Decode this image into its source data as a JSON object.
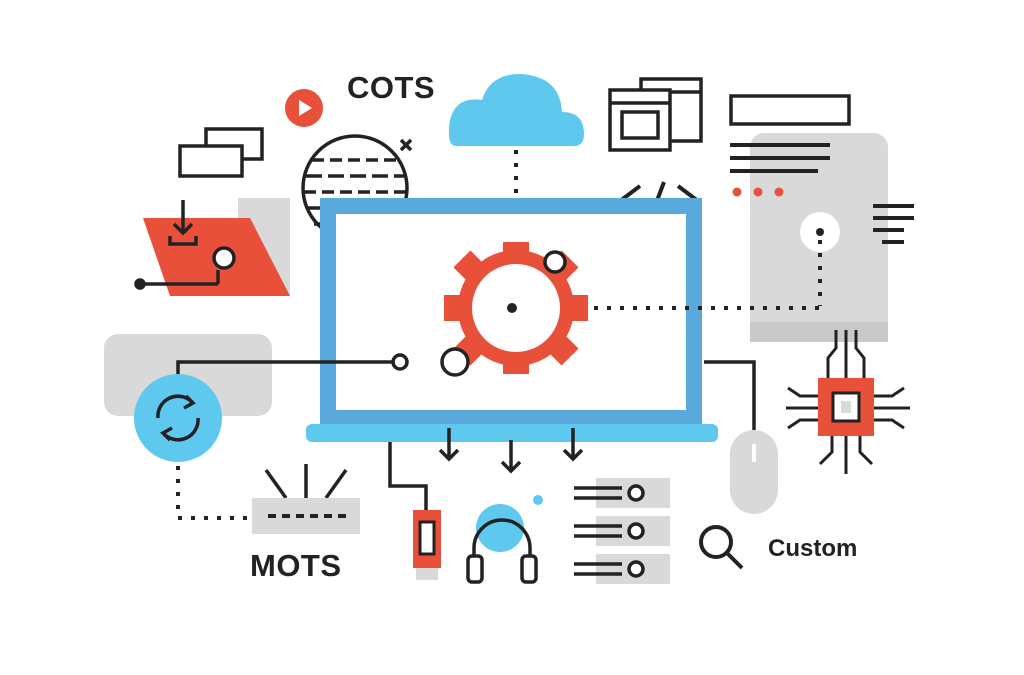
{
  "labels": {
    "cots": "COTS",
    "mots": "MOTS",
    "custom": "Custom"
  },
  "colors": {
    "outline": "#222222",
    "accent_red": "#e8503a",
    "accent_blue": "#5ec8ef",
    "frame_blue": "#5aa9dd",
    "gray_fill": "#d9d9d9",
    "background": "#ffffff"
  },
  "icons": [
    "play-button-icon",
    "windows-icon",
    "folder-download-icon",
    "globe-icon",
    "cloud-icon",
    "browser-windows-icon",
    "code-icon",
    "server-tower-icon",
    "laptop-icon",
    "gear-icon",
    "sync-icon",
    "cpu-chip-icon",
    "mouse-icon",
    "router-icon",
    "usb-cable-icon",
    "headphones-icon",
    "storage-rack-icon",
    "search-icon"
  ]
}
